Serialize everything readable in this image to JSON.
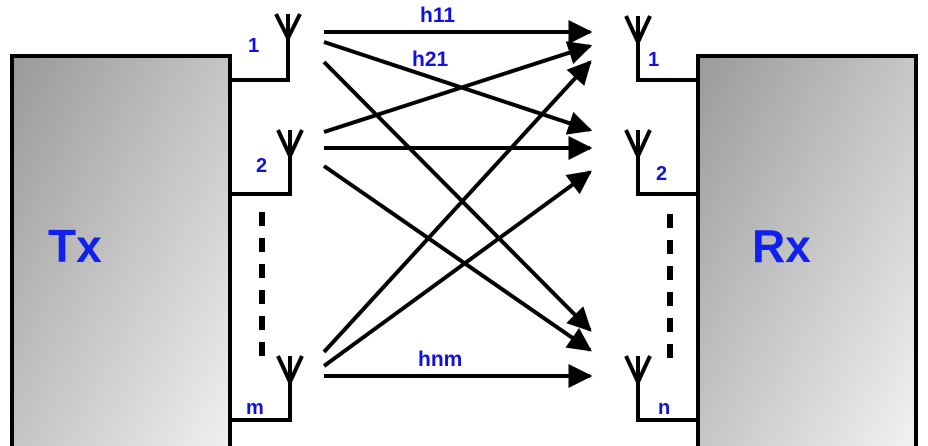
{
  "tx_box": {
    "label": "Tx",
    "antennas": [
      "1",
      "2",
      "m"
    ]
  },
  "rx_box": {
    "label": "Rx",
    "antennas": [
      "1",
      "2",
      "n"
    ]
  },
  "channel_labels": [
    "h11",
    "h21",
    "hnm"
  ],
  "colors": {
    "label_blue": "#1010e0",
    "box_gradient_start": "#9a9a9a",
    "box_gradient_end": "#f2f2f2"
  }
}
